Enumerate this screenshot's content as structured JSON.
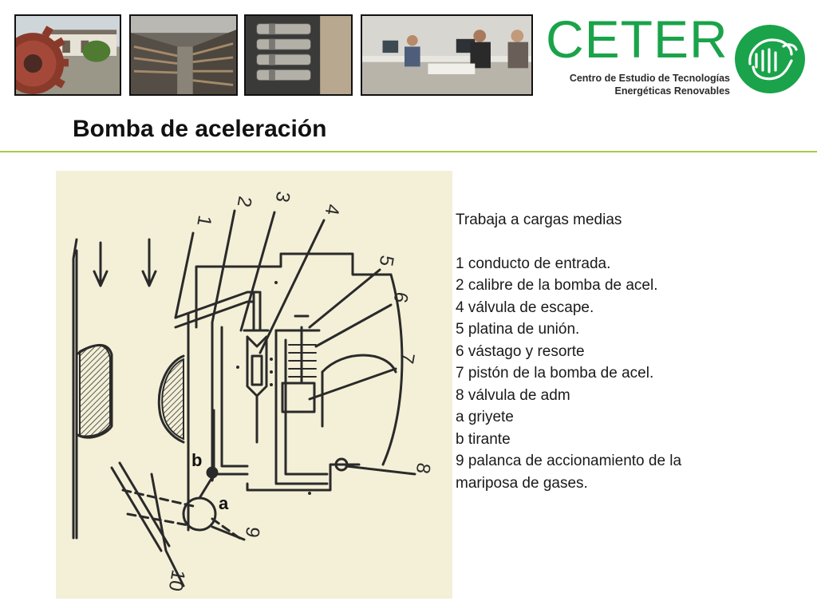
{
  "header": {
    "logo_text": "CETER",
    "logo_sub_line1": "Centro de Estudio de Tecnologías",
    "logo_sub_line2": "Energéticas Renovables"
  },
  "title": "Bomba de aceleración",
  "diagram": {
    "labels": {
      "n1": "1",
      "n2": "2",
      "n3": "3",
      "n4": "4",
      "n5": "5",
      "n6": "6",
      "n7": "7",
      "n8": "8",
      "n9": "9",
      "n10": "10",
      "a": "a",
      "b": "b"
    }
  },
  "legend": {
    "heading": "Trabaja a cargas medias",
    "items": [
      "1 conducto de entrada.",
      "2 calibre de la bomba de acel.",
      "4 válvula de escape.",
      "5 platina de unión.",
      "6 vástago y resorte",
      "7 pistón de la bomba de acel.",
      "8 válvula de adm",
      "a  griyete",
      "b  tirante",
      "9 palanca de accionamiento de la",
      "mariposa de gases."
    ]
  },
  "colors": {
    "brand_green": "#1aa34a",
    "title_rule": "#a9c94b",
    "drawing_paper": "#f4f0d8"
  },
  "icons": {
    "logo": "hand-in-circle-icon"
  }
}
